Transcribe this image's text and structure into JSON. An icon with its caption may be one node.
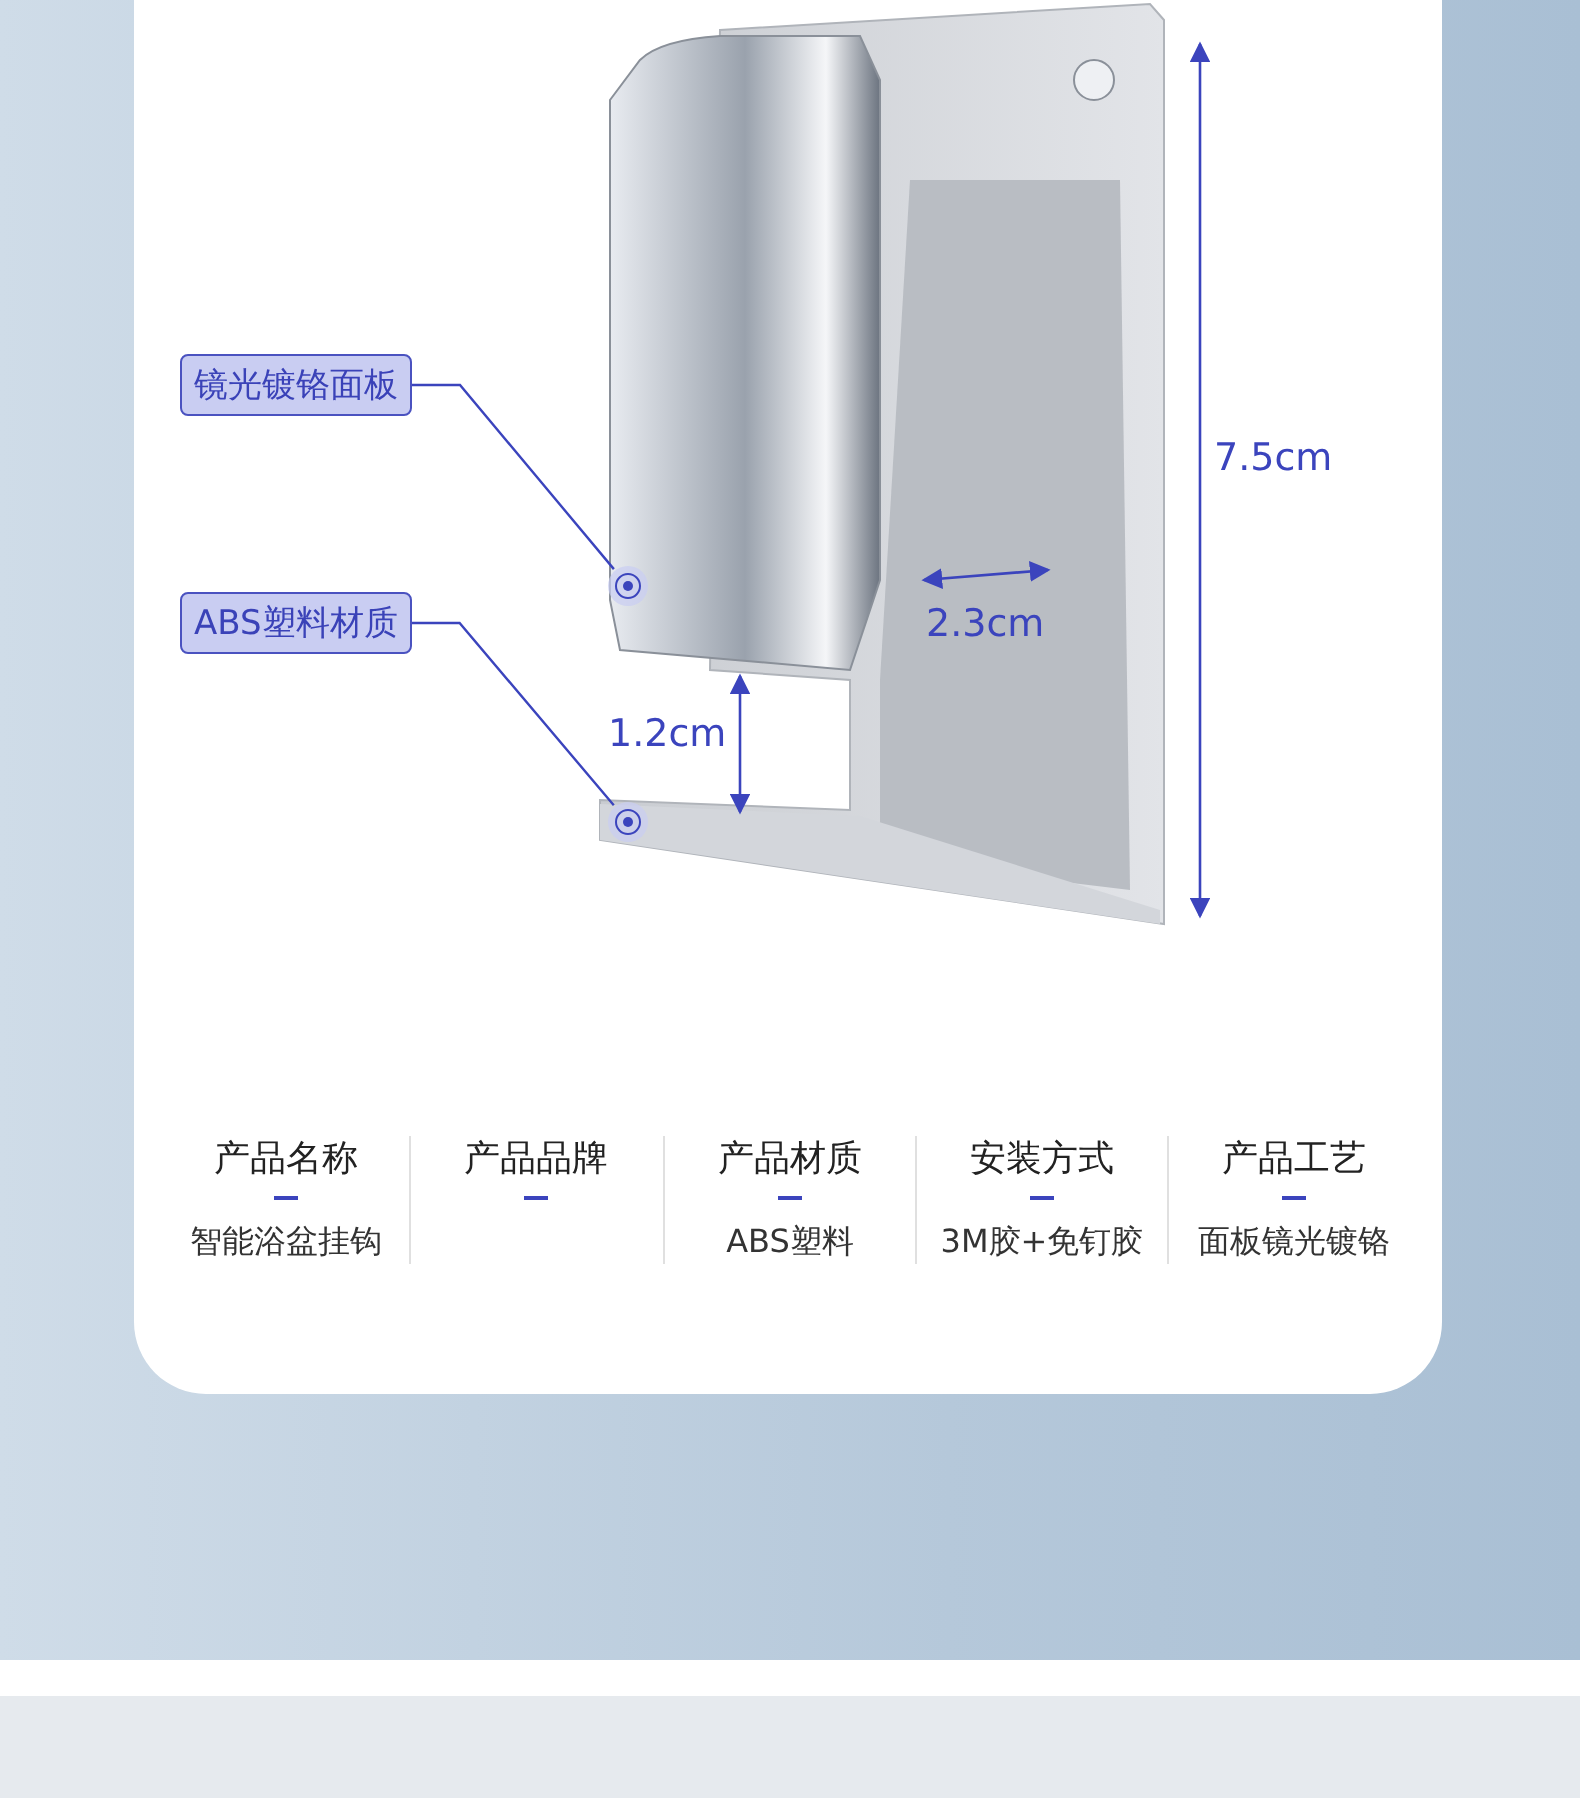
{
  "diagram": {
    "nodes": [
      {
        "text": [
          "镜光镀铬面板"
        ]
      },
      {
        "text": [],
        "shape": "circle"
      },
      {
        "text": [
          "ABS塑料材质"
        ]
      },
      {
        "text": [],
        "shape": "circle"
      }
    ],
    "edges": [
      {
        "from": 0,
        "to": 1,
        "arrow": "none"
      },
      {
        "from": 2,
        "to": 3,
        "arrow": "none"
      }
    ],
    "labels": [
      "7.5cm",
      "2.3cm",
      "1.2cm",
      "产品名称",
      "产品品牌",
      "产品材质",
      "安装方式",
      "产品工艺",
      "智能浴盆挂钩",
      "ABS塑料",
      "3M胶+免钉胶",
      "面板镜光镀铬"
    ]
  }
}
